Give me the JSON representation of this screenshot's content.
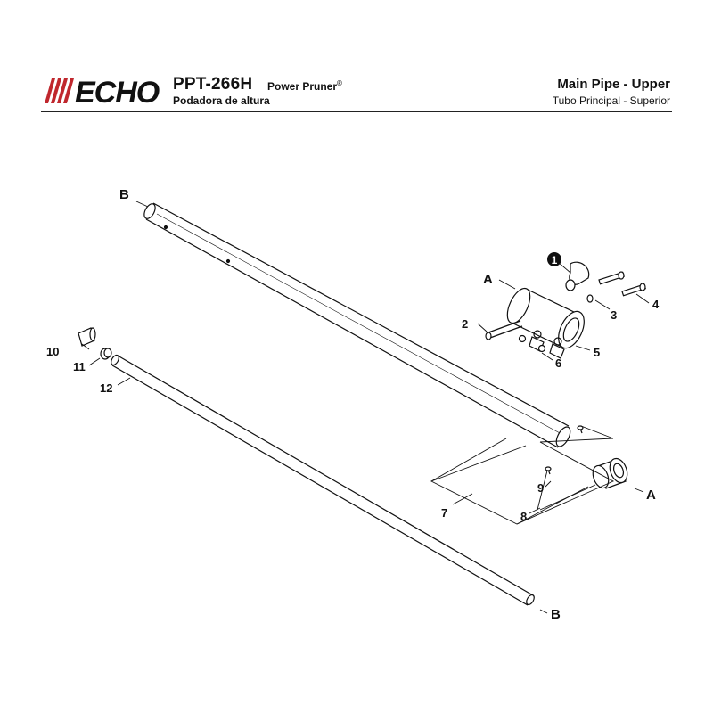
{
  "brand": "ECHO",
  "model": "PPT-266H",
  "product_name": "Power Pruner",
  "product_mark": "®",
  "product_name_es": "Podadora de altura",
  "section_title": "Main Pipe - Upper",
  "section_title_es": "Tubo Principal - Superior",
  "callouts": {
    "c1": "1",
    "c2": "2",
    "c3": "3",
    "c4": "4",
    "c5": "5",
    "c6": "6",
    "c7": "7",
    "c8": "8",
    "c9": "9",
    "c10": "10",
    "c11": "11",
    "c12": "12"
  },
  "refs": {
    "a1": "A",
    "a2": "A",
    "b1": "B",
    "b2": "B"
  },
  "colors": {
    "brand": "#c0272d",
    "ink": "#111111"
  }
}
